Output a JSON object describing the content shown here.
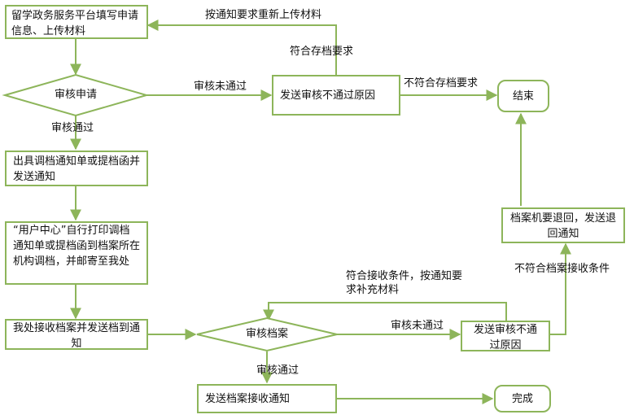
{
  "colors": {
    "stroke": "#8db55a",
    "arrow": "#8db55a",
    "text": "#111111",
    "background": "#ffffff"
  },
  "nodes": {
    "fill_info": "留学政务服务平台填写申请信息、上传材料",
    "review_application": "审核申请",
    "send_reject_reason_1": "发送审核不通过原因",
    "end": "结束",
    "issue_notice": "出具调档通知单或提档函并发送通知",
    "user_center_print": "“用户中心”自行打印调档通知单或提档函到档案所在机构调档，并邮寄至我处",
    "receive_archive": "我处接收档案并发送档到通知",
    "review_archive": "审核档案",
    "send_reject_reason_2": "发送审核不通过原因",
    "archive_return": "档案机要退回，发送退回通知",
    "send_receive_notice": "发送档案接收通知",
    "done": "完成"
  },
  "edges": {
    "resubmit": "按通知要求重新上传材料",
    "meets_archive_req": "符合存档要求",
    "not_meets_archive_req": "不符合存档要求",
    "review_failed_1": "审核未通过",
    "review_passed_1": "审核通过",
    "supplement": "符合接收条件，按通知要求补充材料",
    "review_failed_2": "审核未通过",
    "not_meet_receive": "不符合档案接收条件",
    "review_passed_2": "审核通过"
  }
}
